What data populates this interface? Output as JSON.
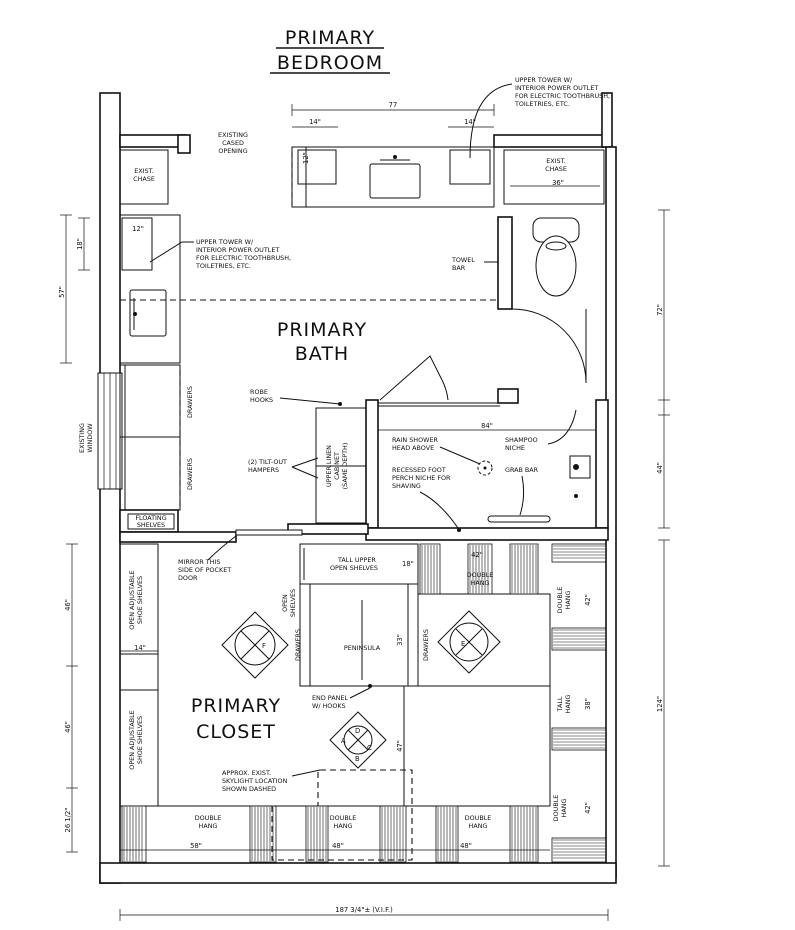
{
  "title": {
    "line1": "PRIMARY",
    "line2": "BEDROOM"
  },
  "rooms": {
    "bath": {
      "line1": "PRIMARY",
      "line2": "BATH"
    },
    "closet": {
      "line1": "PRIMARY",
      "line2": "CLOSET"
    }
  },
  "notes": {
    "upper_tower_top": [
      "UPPER TOWER W/",
      "INTERIOR POWER OUTLET",
      "FOR ELECTRIC TOOTHBRUSH,",
      "TOILETRIES, ETC."
    ],
    "upper_tower_left": [
      "UPPER TOWER W/",
      "INTERIOR POWER OUTLET",
      "FOR ELECTRIC TOOTHBRUSH,",
      "TOILETRIES, ETC."
    ],
    "cased_opening": [
      "EXISTING",
      "CASED",
      "OPENING"
    ],
    "chase_left": [
      "EXIST.",
      "CHASE"
    ],
    "chase_right": [
      "EXIST.",
      "CHASE"
    ],
    "towel_bar": [
      "TOWEL",
      "BAR"
    ],
    "robe_hooks": [
      "ROBE",
      "HOOKS"
    ],
    "hampers": [
      "(2) TILT-OUT",
      "HAMPERS"
    ],
    "rain_shower": [
      "RAIN SHOWER",
      "HEAD ABOVE"
    ],
    "shampoo": [
      "SHAMPOO",
      "NICHE"
    ],
    "foot_perch": [
      "RECESSED FOOT",
      "PERCH NICHE FOR",
      "SHAVING"
    ],
    "grab_bar": "GRAB BAR",
    "linen": [
      "UPPER LINEN",
      "CABINET",
      "(SAME DEPTH)"
    ],
    "floating_shelves": [
      "FLOATING",
      "SHELVES"
    ],
    "mirror": [
      "MIRROR THIS",
      "SIDE OF POCKET",
      "DOOR"
    ],
    "tall_upper": [
      "TALL UPPER",
      "OPEN SHELVES"
    ],
    "open_shelves": [
      "OPEN",
      "SHELVES"
    ],
    "peninsula": "PENINSULA",
    "end_panel": [
      "END PANEL",
      "W/ HOOKS"
    ],
    "skylight": [
      "APPROX. EXIST.",
      "SKYLIGHT LOCATION",
      "SHOWN DASHED"
    ],
    "existing_window": [
      "EXISTING",
      "WINDOW"
    ],
    "drawers": "DRAWERS",
    "double_hang": [
      "DOUBLE",
      "HANG"
    ],
    "tall_hang": [
      "TALL",
      "HANG"
    ],
    "shoe_shelves": [
      "OPEN ADJUSTABLE",
      "SHOE SHELVES"
    ]
  },
  "tags": {
    "f": "F",
    "e": "E",
    "a": "A",
    "b": "B",
    "c": "C",
    "d": "D"
  },
  "dimensions": {
    "top_77": "77",
    "top_14a": "14\"",
    "top_14b": "14\"",
    "v_12": "12\"",
    "chase_36": "36\"",
    "left_12": "12\"",
    "left_18": "18\"",
    "left_57": "57\"",
    "right_72": "72\"",
    "shower_84": "84\"",
    "right_44": "44\"",
    "right_124": "124\"",
    "left_46a": "46\"",
    "left_46b": "46\"",
    "left_14": "14\"",
    "left_2612": "26 1/2\"",
    "bottom_58": "58\"",
    "bottom_48a": "48\"",
    "bottom_48b": "48\"",
    "closet_42a": "42\"",
    "closet_42b": "42\"",
    "closet_42c": "42\"",
    "closet_38": "38\"",
    "peninsula_33": "33\"",
    "upper_18": "18\"",
    "closet_47": "47\"",
    "overall": "187 3/4\"± (V.I.F.)"
  }
}
